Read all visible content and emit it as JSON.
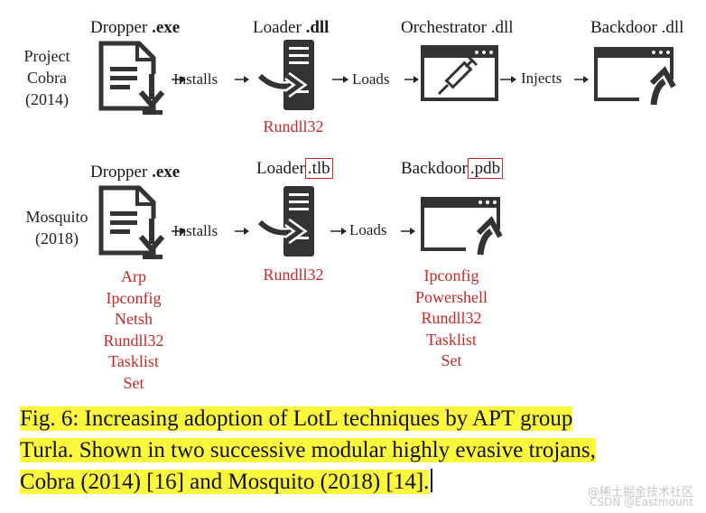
{
  "row1": {
    "label": "Project\nCobra\n(2014)",
    "dropper": {
      "name": "Dropper",
      "ext": ".exe"
    },
    "loader": {
      "name": "Loader",
      "ext": ".dll",
      "tool": "Rundll32"
    },
    "orchestrator": {
      "name": "Orchestrator",
      "ext": ".dll"
    },
    "backdoor": {
      "name": "Backdoor",
      "ext": ".dll"
    },
    "flows": [
      "Installs",
      "Loads",
      "Injects"
    ]
  },
  "row2": {
    "label": "Mosquito\n(2018)",
    "dropper": {
      "name": "Dropper",
      "ext": ".exe",
      "tools": [
        "Arp",
        "Ipconfig",
        "Netsh",
        "Rundll32",
        "Tasklist",
        "Set"
      ]
    },
    "loader": {
      "name": "Loader",
      "ext": ".tlb",
      "tool": "Rundll32"
    },
    "backdoor": {
      "name": "Backdoor",
      "ext": ".pdb",
      "tools": [
        "Ipconfig",
        "Powershell",
        "Rundll32",
        "Tasklist",
        "Set"
      ]
    },
    "flows": [
      "Installs",
      "Loads"
    ]
  },
  "caption": {
    "line1": "Fig. 6: Increasing adoption of LotL techniques by APT group",
    "line2": "Turla. Shown in two successive modular highly evasive trojans,",
    "line3": "Cobra (2014) [16] and Mosquito (2018) [14]."
  },
  "watermark": {
    "line1": "@稀土掘金技术社区",
    "line2": "CSDN @Eastmount"
  },
  "colors": {
    "highlight": "#fbf73a",
    "red": "#c62828",
    "icon": "#333333"
  }
}
